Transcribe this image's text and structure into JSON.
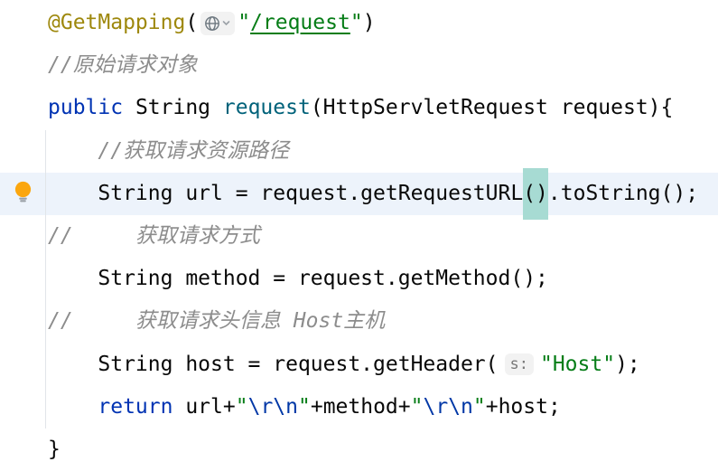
{
  "theme": {
    "background": "#ffffff",
    "caret_line_bg": "#edf3fb",
    "match_highlight_bg": "#a7dbd3",
    "indent_guide": "#e2e5e9",
    "annotation": "#9e880d",
    "keyword": "#0033b3",
    "method_decl": "#00627a",
    "string": "#067d17",
    "escape": "#0037a6",
    "comment": "#8c8c8c",
    "plain": "#080808",
    "hint_text": "#787878",
    "hint_bg": "#f2f2f2",
    "icon_gray": "#6e7880",
    "bulb_yellow": "#fba60e",
    "bulb_base_gray": "#9aa0a6"
  },
  "editor": {
    "lines": [
      {
        "segments": [
          {
            "t": "@GetMapping",
            "s": "an"
          },
          {
            "t": "(",
            "s": "pl"
          },
          {
            "w": "globe"
          },
          {
            "t": "\"",
            "s": "st"
          },
          {
            "t": "/request",
            "s": "stl"
          },
          {
            "t": "\"",
            "s": "st"
          },
          {
            "t": ")",
            "s": "pl"
          }
        ]
      },
      {
        "segments": [
          {
            "t": "//原始请求对象",
            "s": "co"
          }
        ]
      },
      {
        "segments": [
          {
            "t": "public",
            "s": "kw"
          },
          {
            "t": " String ",
            "s": "pl"
          },
          {
            "t": "request",
            "s": "me"
          },
          {
            "t": "(HttpServletRequest request){",
            "s": "pl"
          }
        ]
      },
      {
        "segments": [
          {
            "t": "    //获取请求资源路径",
            "s": "co"
          }
        ]
      },
      {
        "highlighted": true,
        "gutter": "bulb",
        "segments": [
          {
            "t": "    String url = request.getRequestURL",
            "s": "pl"
          },
          {
            "t": "()",
            "s": "pl",
            "hl": true
          },
          {
            "t": ".toString();",
            "s": "pl"
          }
        ]
      },
      {
        "segments": [
          {
            "t": "//     获取请求方式",
            "s": "co"
          }
        ]
      },
      {
        "segments": [
          {
            "t": "    String method = request.getMethod();",
            "s": "pl"
          }
        ]
      },
      {
        "segments": [
          {
            "t": "//     获取请求头信息 Host主机",
            "s": "co"
          }
        ]
      },
      {
        "segments": [
          {
            "t": "    String host = request.getHeader(",
            "s": "pl"
          },
          {
            "w": "hint",
            "t": "s:"
          },
          {
            "t": "\"Host\"",
            "s": "st"
          },
          {
            "t": ");",
            "s": "pl"
          }
        ]
      },
      {
        "segments": [
          {
            "t": "    ",
            "s": "pl"
          },
          {
            "t": "return",
            "s": "kw"
          },
          {
            "t": " url+",
            "s": "pl"
          },
          {
            "t": "\"",
            "s": "st"
          },
          {
            "t": "\\r\\n",
            "s": "es"
          },
          {
            "t": "\"",
            "s": "st"
          },
          {
            "t": "+method+",
            "s": "pl"
          },
          {
            "t": "\"",
            "s": "st"
          },
          {
            "t": "\\r\\n",
            "s": "es"
          },
          {
            "t": "\"",
            "s": "st"
          },
          {
            "t": "+host;",
            "s": "pl"
          }
        ]
      },
      {
        "segments": [
          {
            "t": "}",
            "s": "pl"
          }
        ]
      }
    ]
  }
}
